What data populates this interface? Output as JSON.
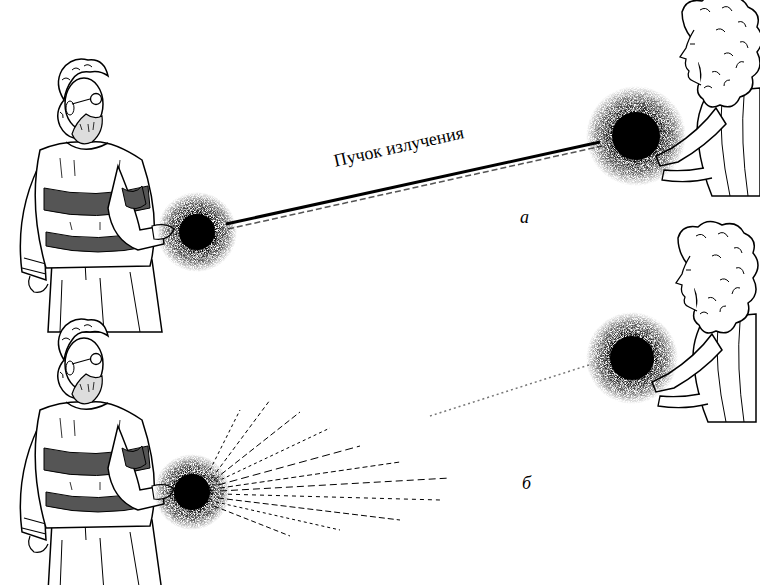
{
  "diagram": {
    "labels": [
      "Пучок излучения",
      "а",
      "б"
    ]
  }
}
